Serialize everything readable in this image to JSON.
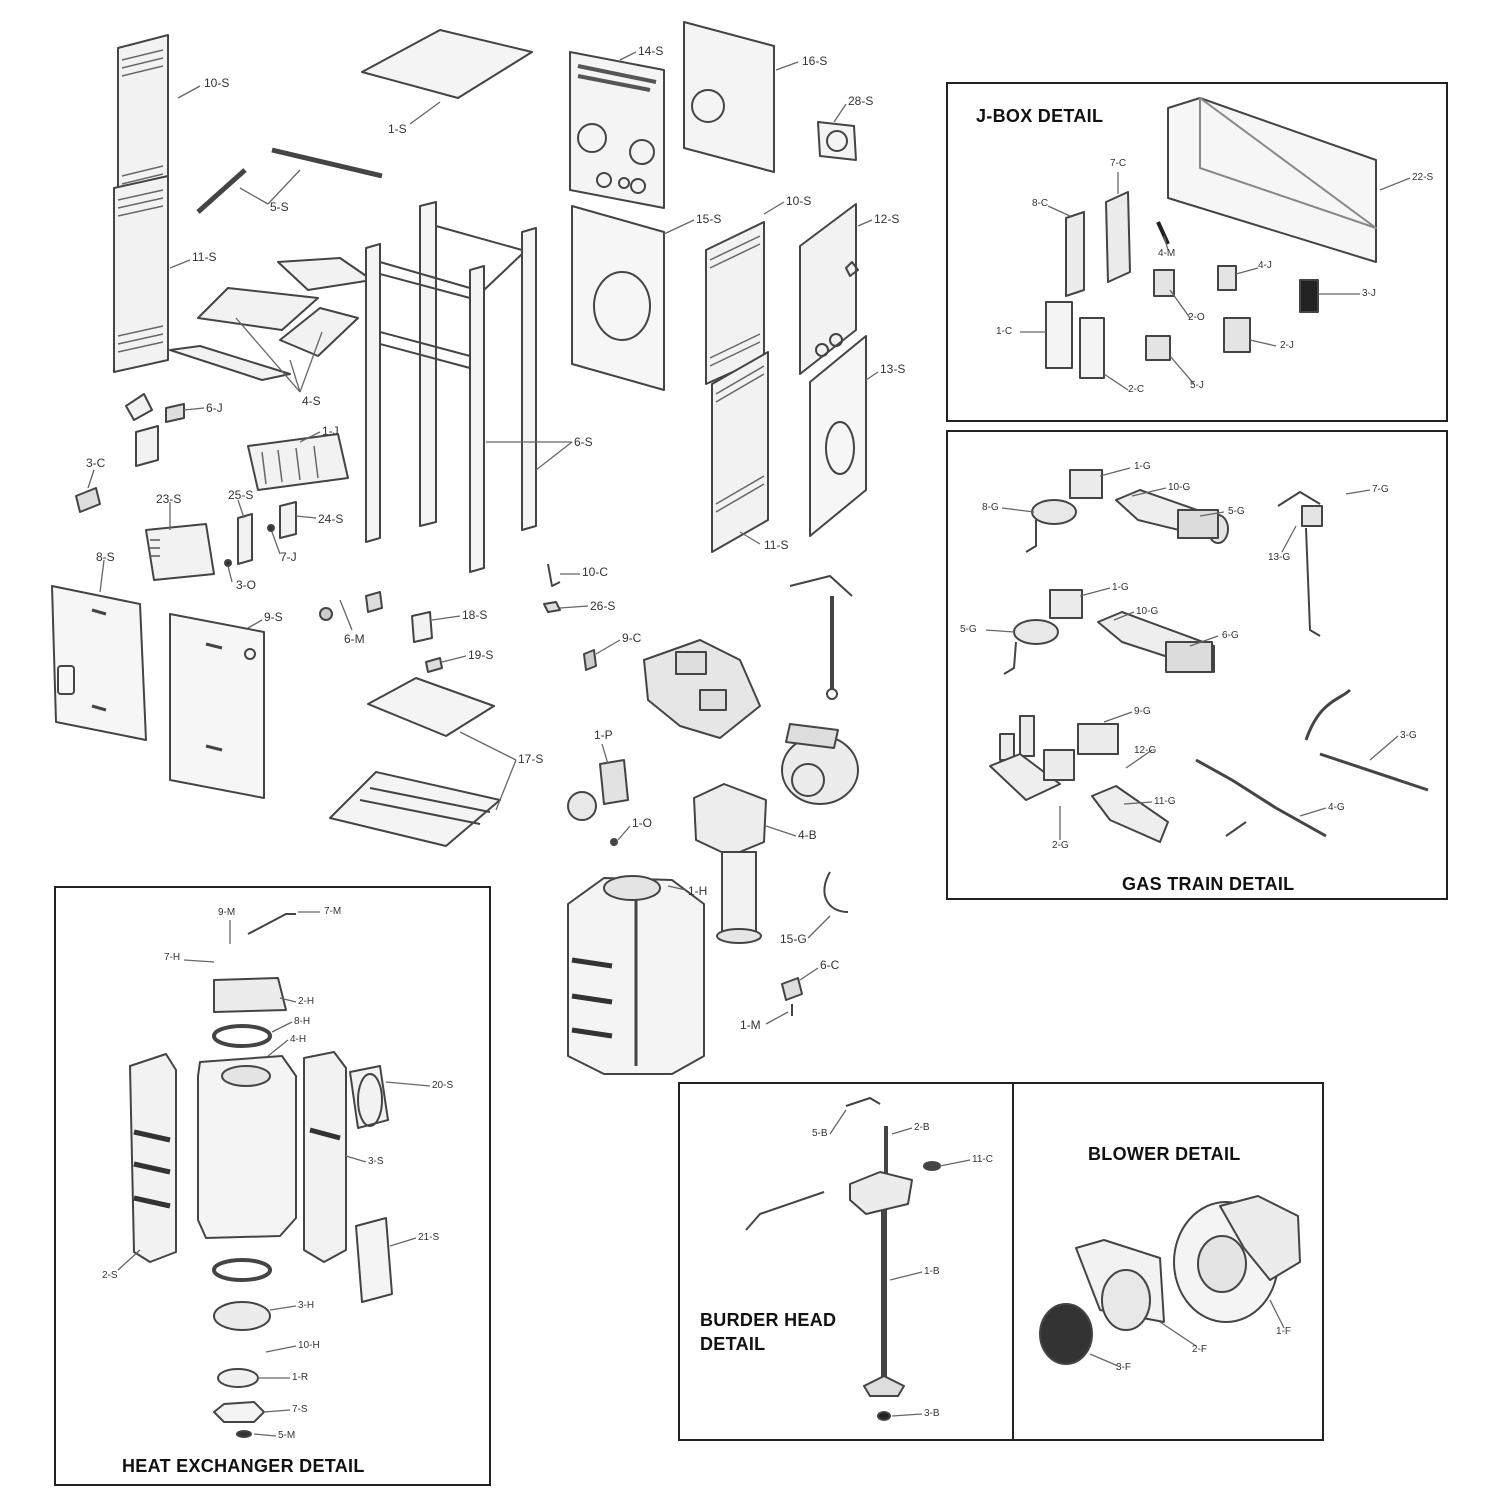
{
  "details": {
    "jbox": "J-BOX DETAIL",
    "gas_train": "GAS TRAIN DETAIL",
    "heat_exchanger": "HEAT EXCHANGER DETAIL",
    "burner_head_line1": "BURDER HEAD",
    "burner_head_line2": "DETAIL",
    "blower": "BLOWER DETAIL"
  },
  "callouts": {
    "main": [
      "10-S",
      "1-S",
      "14-S",
      "16-S",
      "28-S",
      "5-S",
      "11-S",
      "15-S",
      "10-S",
      "12-S",
      "4-S",
      "6-J",
      "1-J",
      "6-S",
      "13-S",
      "3-C",
      "23-S",
      "25-S",
      "24-S",
      "7-J",
      "11-S",
      "8-S",
      "3-O",
      "9-S",
      "10-C",
      "26-S",
      "6-M",
      "18-S",
      "19-S",
      "9-C",
      "1-P",
      "17-S",
      "1-O",
      "4-B",
      "1-H",
      "15-G",
      "6-C",
      "1-M"
    ],
    "jbox": [
      "7-C",
      "8-C",
      "4-M",
      "22-S",
      "4-J",
      "3-J",
      "1-C",
      "2-O",
      "2-J",
      "2-C",
      "5-J"
    ],
    "gas_train": [
      "1-G",
      "10-G",
      "8-G",
      "5-G",
      "7-G",
      "13-G",
      "1-G",
      "10-G",
      "5-G",
      "6-G",
      "9-G",
      "12-G",
      "11-G",
      "2-G",
      "3-G",
      "4-G"
    ],
    "heat_exchanger": [
      "9-M",
      "7-M",
      "7-H",
      "2-H",
      "8-H",
      "4-H",
      "20-S",
      "3-S",
      "2-S",
      "21-S",
      "3-H",
      "10-H",
      "1-R",
      "7-S",
      "5-M"
    ],
    "burner_head": [
      "5-B",
      "2-B",
      "11-C",
      "1-B",
      "3-B"
    ],
    "blower": [
      "1-F",
      "2-F",
      "3-F"
    ]
  }
}
